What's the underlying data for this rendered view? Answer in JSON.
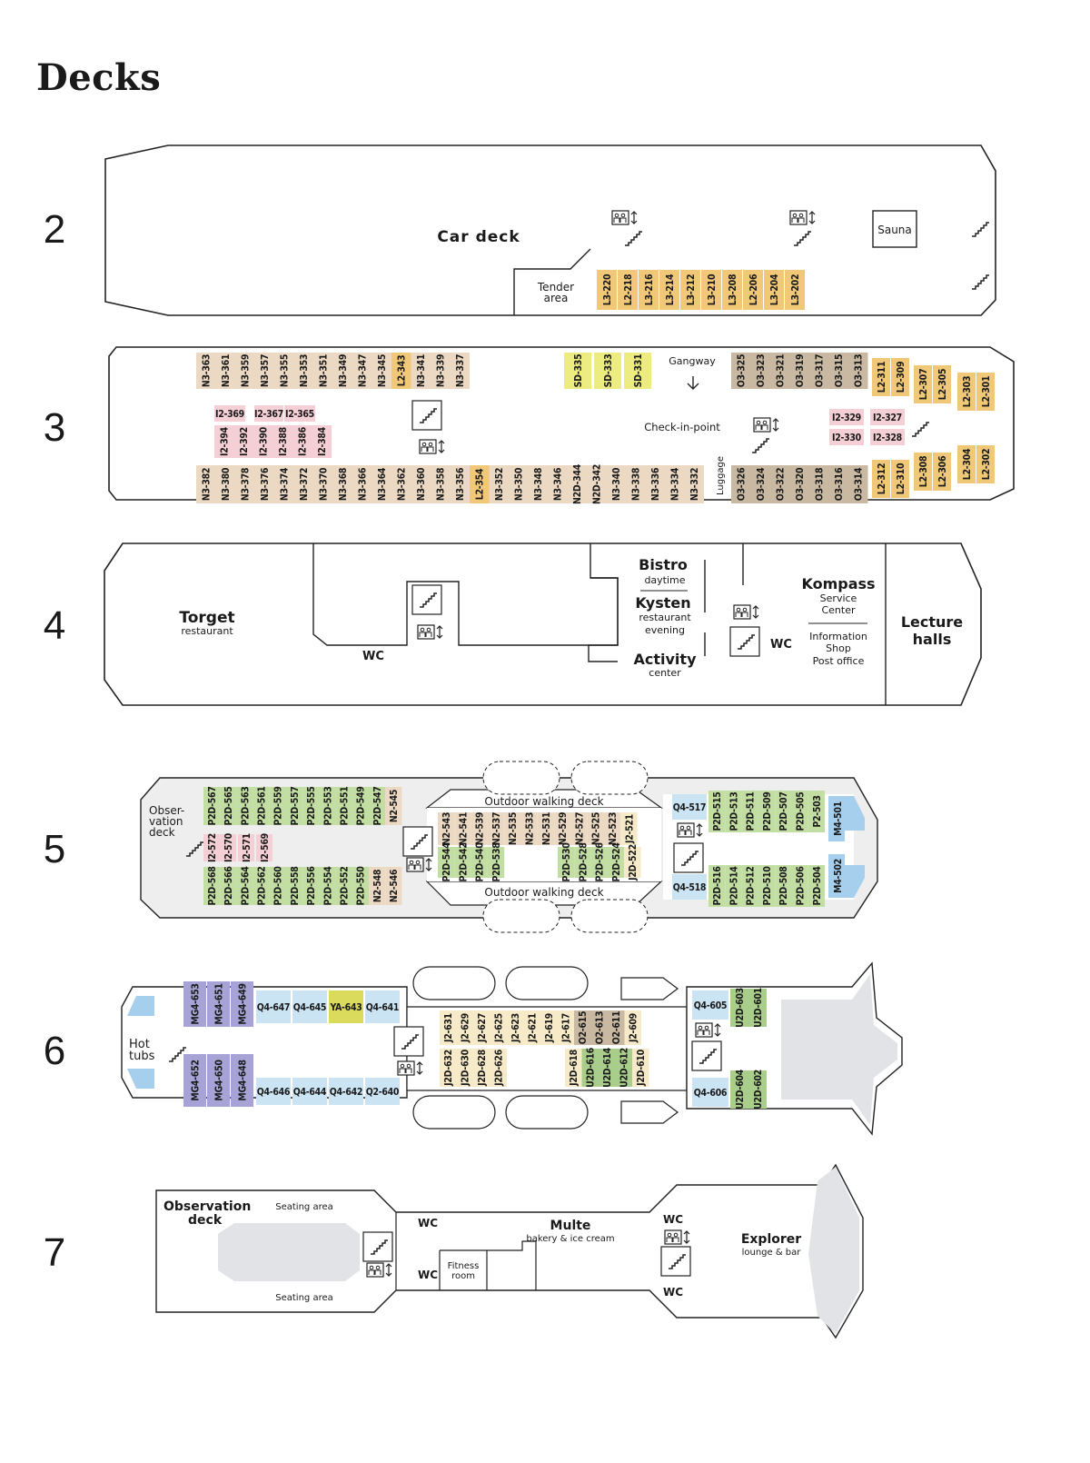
{
  "page_title": "Decks",
  "colors": {
    "N": "#ecd9c4",
    "L": "#f0c878",
    "I": "#f5cfd6",
    "SD": "#ecec80",
    "O": "#c9b9a2",
    "P": "#c3dea2",
    "Q": "#cbe4f3",
    "J": "#f7eac8",
    "M": "#a7a3d6",
    "U": "#a9cd8b",
    "YA": "#dada5c",
    "water": "#a6cfee",
    "grey": "#e1e3e6"
  },
  "decks": [
    {
      "number": "2",
      "labels": {
        "car_deck": "Car deck",
        "tender": [
          "Tender",
          "area"
        ],
        "sauna": "Sauna"
      },
      "cabins_row": [
        "L3-220",
        "L2-218",
        "L3-216",
        "L3-214",
        "L3-212",
        "L3-210",
        "L3-208",
        "L2-206",
        "L3-204",
        "L3-202"
      ]
    },
    {
      "number": "3",
      "labels": {
        "gangway": "Gangway",
        "checkin": "Check-in-point",
        "luggage": "Luggage"
      },
      "top_n": [
        "N3-363",
        "N3-361",
        "N3-359",
        "N3-357",
        "N3-355",
        "N3-353",
        "N3-351",
        "N3-349",
        "N3-347",
        "N3-345",
        "L2-343",
        "N3-341",
        "N3-339",
        "N3-337"
      ],
      "sd": [
        "SD-335",
        "SD-333",
        "SD-331"
      ],
      "top_o": [
        "O3-325",
        "O3-323",
        "O3-321",
        "O3-319",
        "O3-317",
        "O3-315",
        "O3-313"
      ],
      "top_l_pairs": [
        [
          "L2-311",
          "L2-309"
        ],
        [
          "L2-307",
          "L2-305"
        ],
        [
          "L2-303",
          "L2-301"
        ]
      ],
      "i_top": [
        "I2-369",
        "I2-367",
        "I2-365"
      ],
      "i_bot": [
        "I2-394",
        "I2-392",
        "I2-390",
        "I2-388",
        "I2-386",
        "I2-384"
      ],
      "i_right": [
        [
          "I2-329",
          "I2-327"
        ],
        [
          "I2-330",
          "I2-328"
        ]
      ],
      "bot_n": [
        "N3-382",
        "N3-380",
        "N3-378",
        "N3-376",
        "N3-374",
        "N3-372",
        "N3-370",
        "N3-368",
        "N3-366",
        "N3-364",
        "N3-362",
        "N3-360",
        "N3-358",
        "N3-356",
        "L2-354",
        "N3-352",
        "N3-350",
        "N3-348",
        "N3-346",
        "N2D-344",
        "N2D-342",
        "N3-340",
        "N3-338",
        "N3-336",
        "N3-334",
        "N3-332"
      ],
      "bot_o": [
        "O3-326",
        "O3-324",
        "O3-322",
        "O3-320",
        "O3-318",
        "O3-316",
        "O3-314"
      ],
      "bot_l_pairs": [
        [
          "L2-312",
          "L2-310"
        ],
        [
          "L2-308",
          "L2-306"
        ],
        [
          "L2-304",
          "L2-302"
        ]
      ]
    },
    {
      "number": "4",
      "labels": {
        "torget": "Torget",
        "torget_sub": "restaurant",
        "wc": "WC",
        "bistro": "Bistro",
        "bistro_sub": "daytime",
        "kysten": "Kysten",
        "kysten_sub1": "restaurant",
        "kysten_sub2": "evening",
        "activity": "Activity",
        "activity_sub": "center",
        "wc2": "WC",
        "kompass": "Kompass",
        "kompass_sub1": "Service",
        "kompass_sub2": "Center",
        "info": "Information",
        "shop": "Shop",
        "post": "Post office",
        "lecture1": "Lecture",
        "lecture2": "halls"
      }
    },
    {
      "number": "5",
      "labels": {
        "obs": [
          "Obser-",
          "vation",
          "deck"
        ],
        "walk_top": "Outdoor walking deck",
        "walk_bot": "Outdoor walking deck"
      },
      "top_left": [
        "P2D-567",
        "P2D-565",
        "P2D-563",
        "P2D-561",
        "P2D-559",
        "P2D-557",
        "P2D-555",
        "P2D-553",
        "P2D-551",
        "P2D-549",
        "P2D-547",
        "N2-545"
      ],
      "i_mid": [
        "I2-572",
        "I2-570",
        "I2-571",
        "I2-569"
      ],
      "bot_left": [
        "P2D-568",
        "P2D-566",
        "P2D-564",
        "P2D-562",
        "P2D-560",
        "P2D-558",
        "P2D-556",
        "P2D-554",
        "P2D-552",
        "P2D-550",
        "N2-548",
        "N2-546"
      ],
      "mid_top": [
        "N2-543",
        "N2-541",
        "N2-539",
        "N2-537",
        "N2-535",
        "N2-533",
        "N2-531",
        "N2-529",
        "N2-527",
        "N2-525",
        "N2-523",
        "J2-521"
      ],
      "mid_bot_a": [
        "P2D-544",
        "P2D-542",
        "P2D-540",
        "P2D-538"
      ],
      "mid_bot_b": [
        "P2D-530",
        "P2D-528",
        "P2D-526",
        "P2D-524",
        "J2D-522"
      ],
      "q_top": "Q4-517",
      "q_bot": "Q4-518",
      "right_top": [
        "P2D-515",
        "P2D-513",
        "P2D-511",
        "P2D-509",
        "P2D-507",
        "P2D-505",
        "P2-503"
      ],
      "right_bot": [
        "P2D-516",
        "P2D-514",
        "P2D-512",
        "P2D-510",
        "P2D-508",
        "P2D-506",
        "P2D-504"
      ],
      "m_top": "M4-501",
      "m_bot": "M4-502"
    },
    {
      "number": "6",
      "labels": {
        "hot": [
          "Hot",
          "tubs"
        ]
      },
      "m_top": [
        "MG4-653",
        "MG4-651",
        "MG4-649"
      ],
      "m_bot": [
        "MG4-652",
        "MG4-650",
        "MG4-648"
      ],
      "q_top": [
        "Q4-647",
        "Q4-645",
        "YA-643",
        "Q4-641"
      ],
      "q_bot": [
        "Q4-646",
        "Q4-644",
        "Q4-642",
        "Q2-640"
      ],
      "j_top": [
        "J2-631",
        "J2-629",
        "J2-627",
        "J2-625",
        "J2-623",
        "J2-621",
        "J2-619",
        "J2-617",
        "O2-615",
        "O2-613",
        "O2-611",
        "J2-609"
      ],
      "j_bot_a": [
        "J2D-632",
        "J2D-630",
        "J2D-628",
        "J2D-626"
      ],
      "j_bot_b": [
        "J2D-618",
        "U2D-616",
        "U2D-614",
        "U2D-612",
        "J2D-610"
      ],
      "q_right_top": "Q4-605",
      "q_right_bot": "Q4-606",
      "u_top": [
        "U2D-603",
        "U2D-601"
      ],
      "u_bot": [
        "U2D-604",
        "U2D-602"
      ]
    },
    {
      "number": "7",
      "labels": {
        "obs1": "Observation",
        "obs2": "deck",
        "seat_top": "Seating area",
        "seat_bot": "Seating area",
        "wc_a": "WC",
        "wc_b": "WC",
        "fitness1": "Fitness",
        "fitness2": "room",
        "multe": "Multe",
        "multe_sub": "bakery & ice cream",
        "wc_c": "WC",
        "wc_d": "WC",
        "explorer": "Explorer",
        "explorer_sub": "lounge & bar"
      }
    }
  ]
}
